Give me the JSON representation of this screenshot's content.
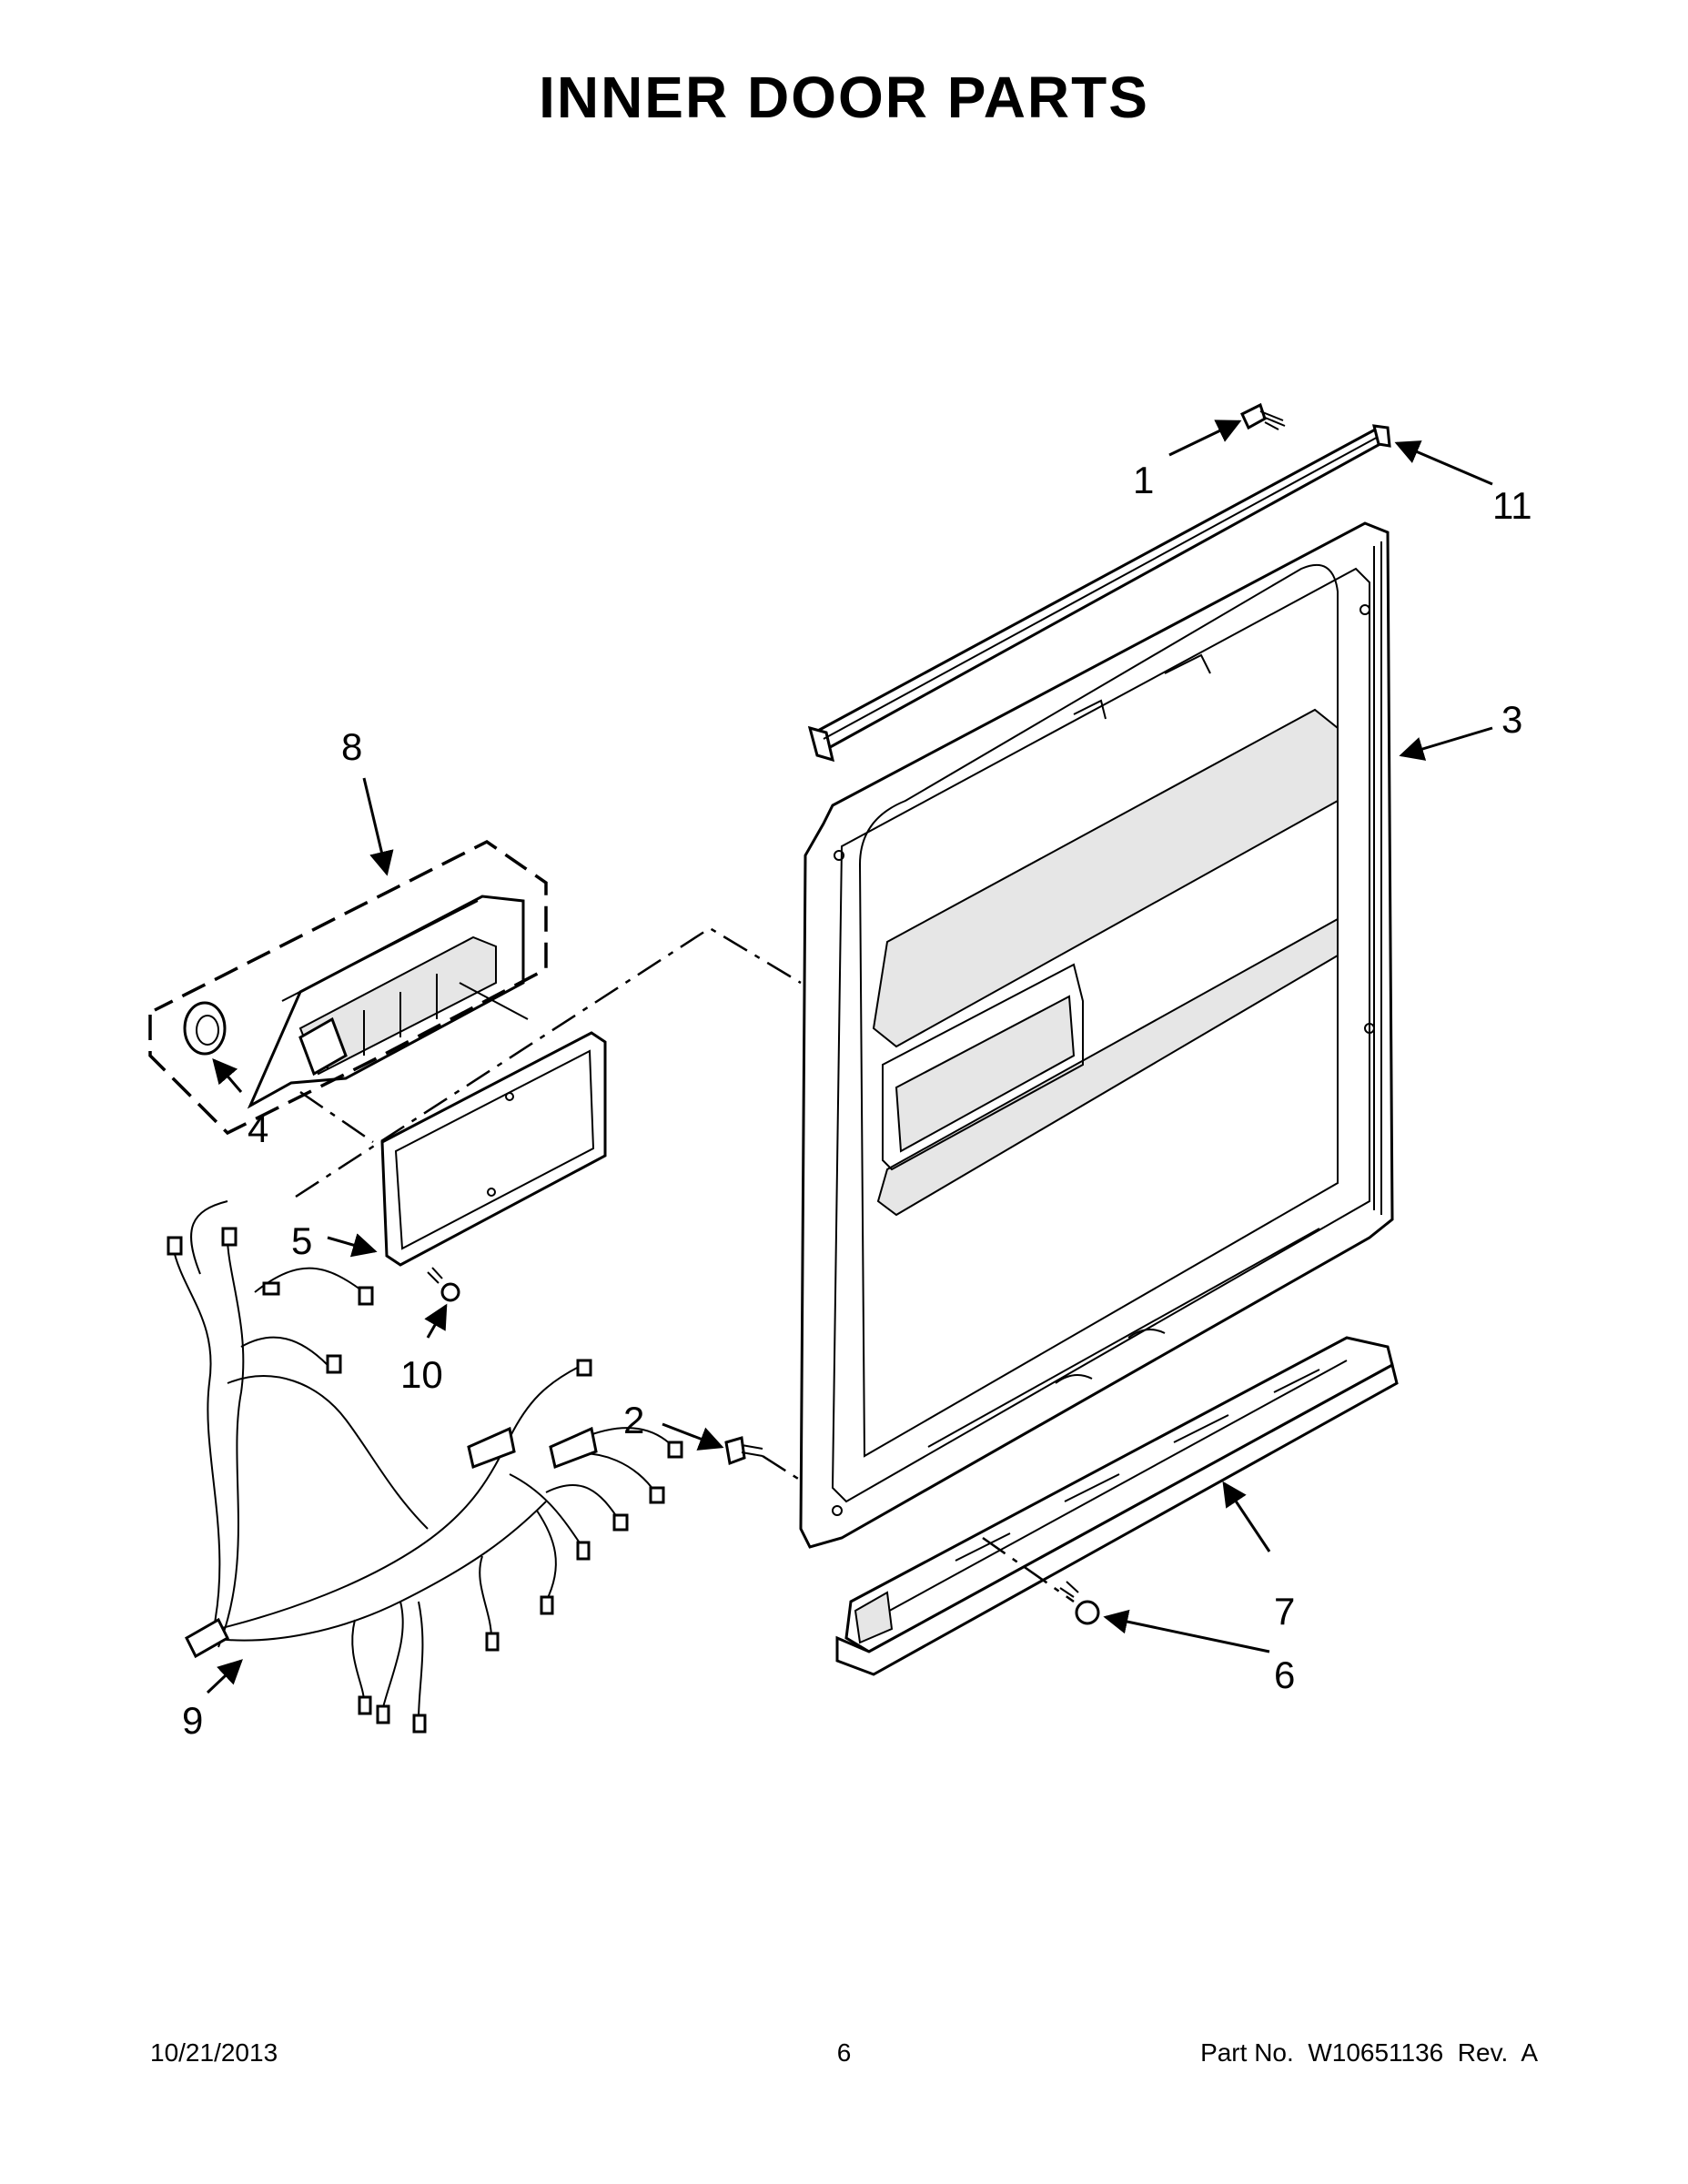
{
  "title": "INNER DOOR PARTS",
  "callouts": [
    {
      "id": "1",
      "label": "1"
    },
    {
      "id": "2",
      "label": "2"
    },
    {
      "id": "3",
      "label": "3"
    },
    {
      "id": "4",
      "label": "4"
    },
    {
      "id": "5",
      "label": "5"
    },
    {
      "id": "6",
      "label": "6"
    },
    {
      "id": "7",
      "label": "7"
    },
    {
      "id": "8",
      "label": "8"
    },
    {
      "id": "9",
      "label": "9"
    },
    {
      "id": "10",
      "label": "10"
    },
    {
      "id": "11",
      "label": "11"
    }
  ],
  "footer": {
    "date": "10/21/2013",
    "page": "6",
    "part_number": "Part No.  W10651136  Rev.  A"
  }
}
